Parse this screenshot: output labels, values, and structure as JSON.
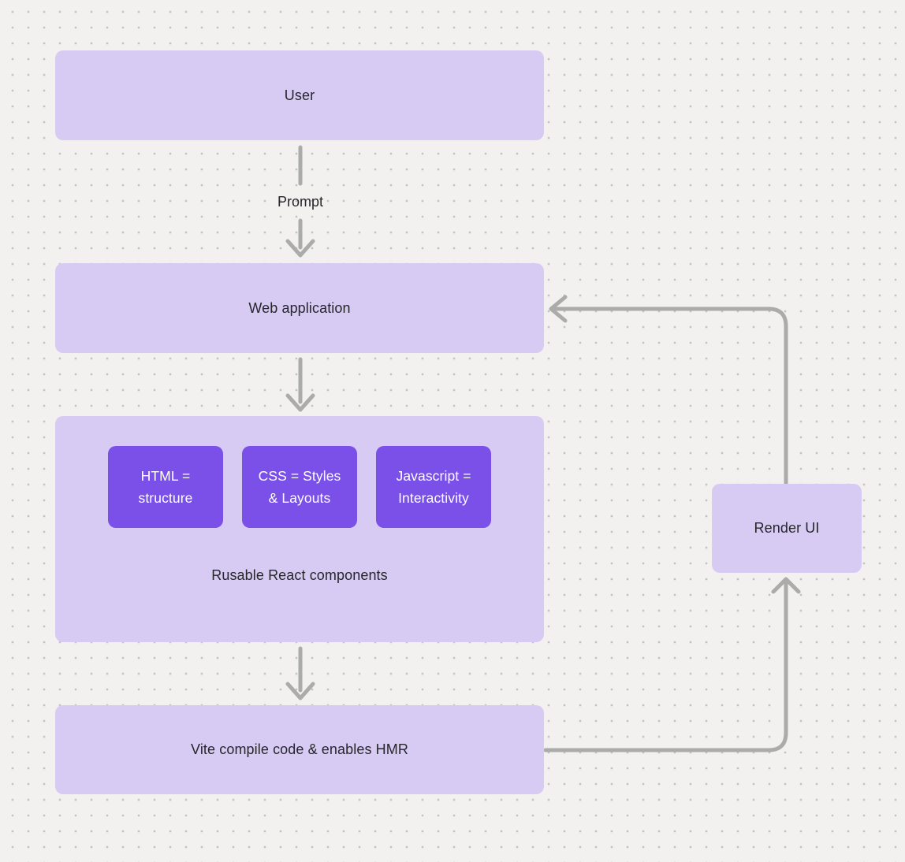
{
  "diagram": {
    "colors": {
      "background": "#F2F1EF",
      "dot_grid": "#C3C2C0",
      "node_fill": "#D7CBF4",
      "child_node_fill": "#7B50E8",
      "child_node_text": "#FFFFFF",
      "node_text": "#26262B",
      "arrow": "#ABABA9"
    },
    "nodes": {
      "user": {
        "label": "User"
      },
      "web_application": {
        "label": "Web application"
      },
      "components_group": {
        "caption": "Rusable React components",
        "children": [
          {
            "label": "HTML =\nstructure"
          },
          {
            "label": "CSS = Styles\n& Layouts"
          },
          {
            "label": "Javascript =\nInteractivity"
          }
        ]
      },
      "vite": {
        "label": "Vite compile code & enables HMR"
      },
      "render_ui": {
        "label": "Render UI"
      }
    },
    "edges": [
      {
        "id": "user-to-web-application",
        "label": "Prompt"
      },
      {
        "id": "web-application-to-components",
        "label": ""
      },
      {
        "id": "components-to-vite",
        "label": ""
      },
      {
        "id": "vite-to-render-ui",
        "label": ""
      },
      {
        "id": "render-ui-to-web-application",
        "label": ""
      }
    ]
  }
}
